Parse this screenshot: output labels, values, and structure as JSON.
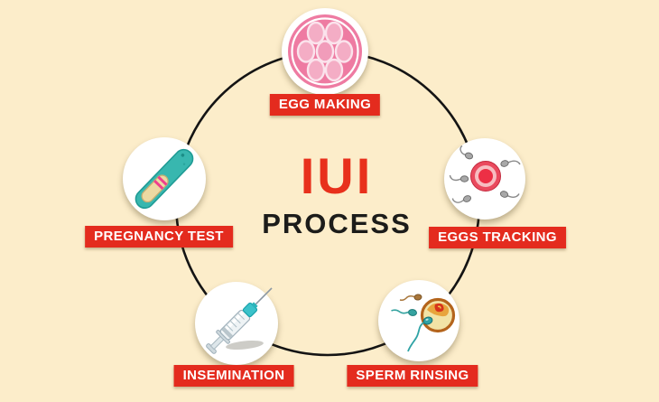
{
  "title": {
    "line1": "IUI",
    "line2": "PROCESS"
  },
  "steps": [
    {
      "id": "egg-making",
      "label": "EGG MAKING",
      "icon": "ovary-eggs-icon"
    },
    {
      "id": "eggs-tracking",
      "label": "EGGS TRACKING",
      "icon": "egg-with-sperm-icon"
    },
    {
      "id": "sperm-rinsing",
      "label": "SPERM RINSING",
      "icon": "sperm-washing-icon"
    },
    {
      "id": "insemination",
      "label": "INSEMINATION",
      "icon": "syringe-icon"
    },
    {
      "id": "pregnancy-test",
      "label": "PREGNANCY TEST",
      "icon": "pregnancy-test-stick-icon"
    }
  ],
  "colors": {
    "background": "#fcedca",
    "accent_red": "#e42b1e",
    "title_red": "#e8301c",
    "title_black": "#1c1c1a",
    "ring_black": "#141414",
    "teal": "#35b5ad",
    "pink": "#ee7ba2",
    "light_pink": "#f4adc5",
    "egg_gold": "#f2e3a6",
    "egg_brown": "#b4641c",
    "white": "#ffffff"
  }
}
